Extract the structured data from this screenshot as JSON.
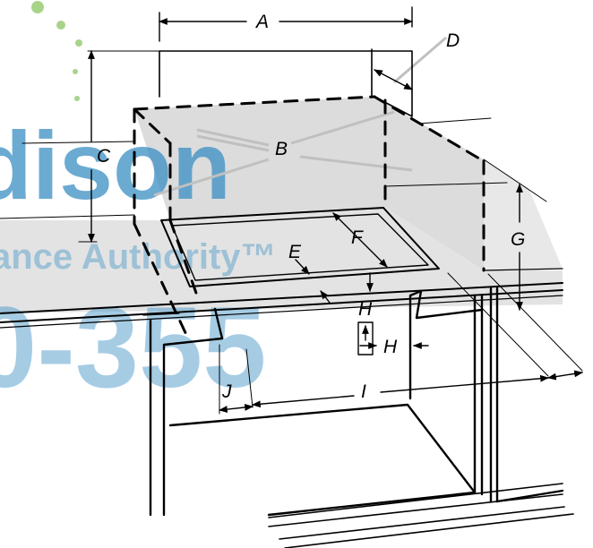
{
  "watermark": {
    "line1": "dison",
    "line2": "ance Authority™",
    "line3": "0-355",
    "color": "#3a8fc4"
  },
  "labels": {
    "A": "A",
    "B": "B",
    "C": "C",
    "D": "D",
    "E": "E",
    "F": "F",
    "G": "G",
    "H1": "H",
    "H2": "H",
    "I": "I",
    "J": "J"
  },
  "colors": {
    "line": "#000000",
    "shade": "#d9d9d9",
    "pointer": "#c8c8c8",
    "watermark_dots": "#a8d48a"
  }
}
